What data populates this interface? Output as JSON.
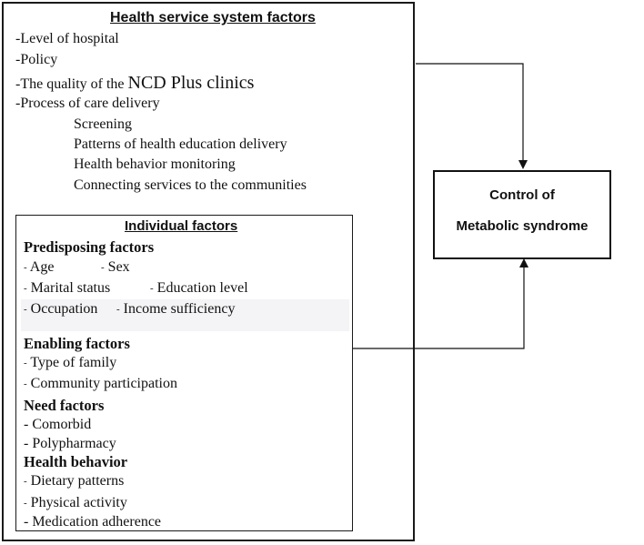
{
  "health_service": {
    "title": "Health service system factors",
    "items": [
      "-Level of hospital",
      "-Policy"
    ],
    "quality_prefix": "-The quality of the ",
    "quality_emphasis": "NCD Plus clinics",
    "process": "-Process of care delivery",
    "subitems": [
      "Screening",
      "Patterns of health education delivery",
      "Health behavior monitoring",
      "Connecting services to the communities"
    ]
  },
  "individual": {
    "title": "Individual factors",
    "predisposing": {
      "title": "Predisposing factors",
      "age": "Age",
      "sex": "Sex",
      "marital": "Marital status",
      "education": "Education level",
      "occupation": "Occupation",
      "income": "Income sufficiency"
    },
    "enabling": {
      "title": "Enabling factors",
      "family": "Type of family",
      "community": "Community participation"
    },
    "need": {
      "title": "Need factors",
      "comorbid": "- Comorbid",
      "polypharmacy": "- Polypharmacy"
    },
    "behavior": {
      "title": "Health behavior",
      "dietary": "Dietary patterns",
      "physical": "Physical activity",
      "medication": "- Medication adherence"
    },
    "dash": "-"
  },
  "outcome": {
    "line1": "Control of",
    "line2": "Metabolic syndrome"
  }
}
